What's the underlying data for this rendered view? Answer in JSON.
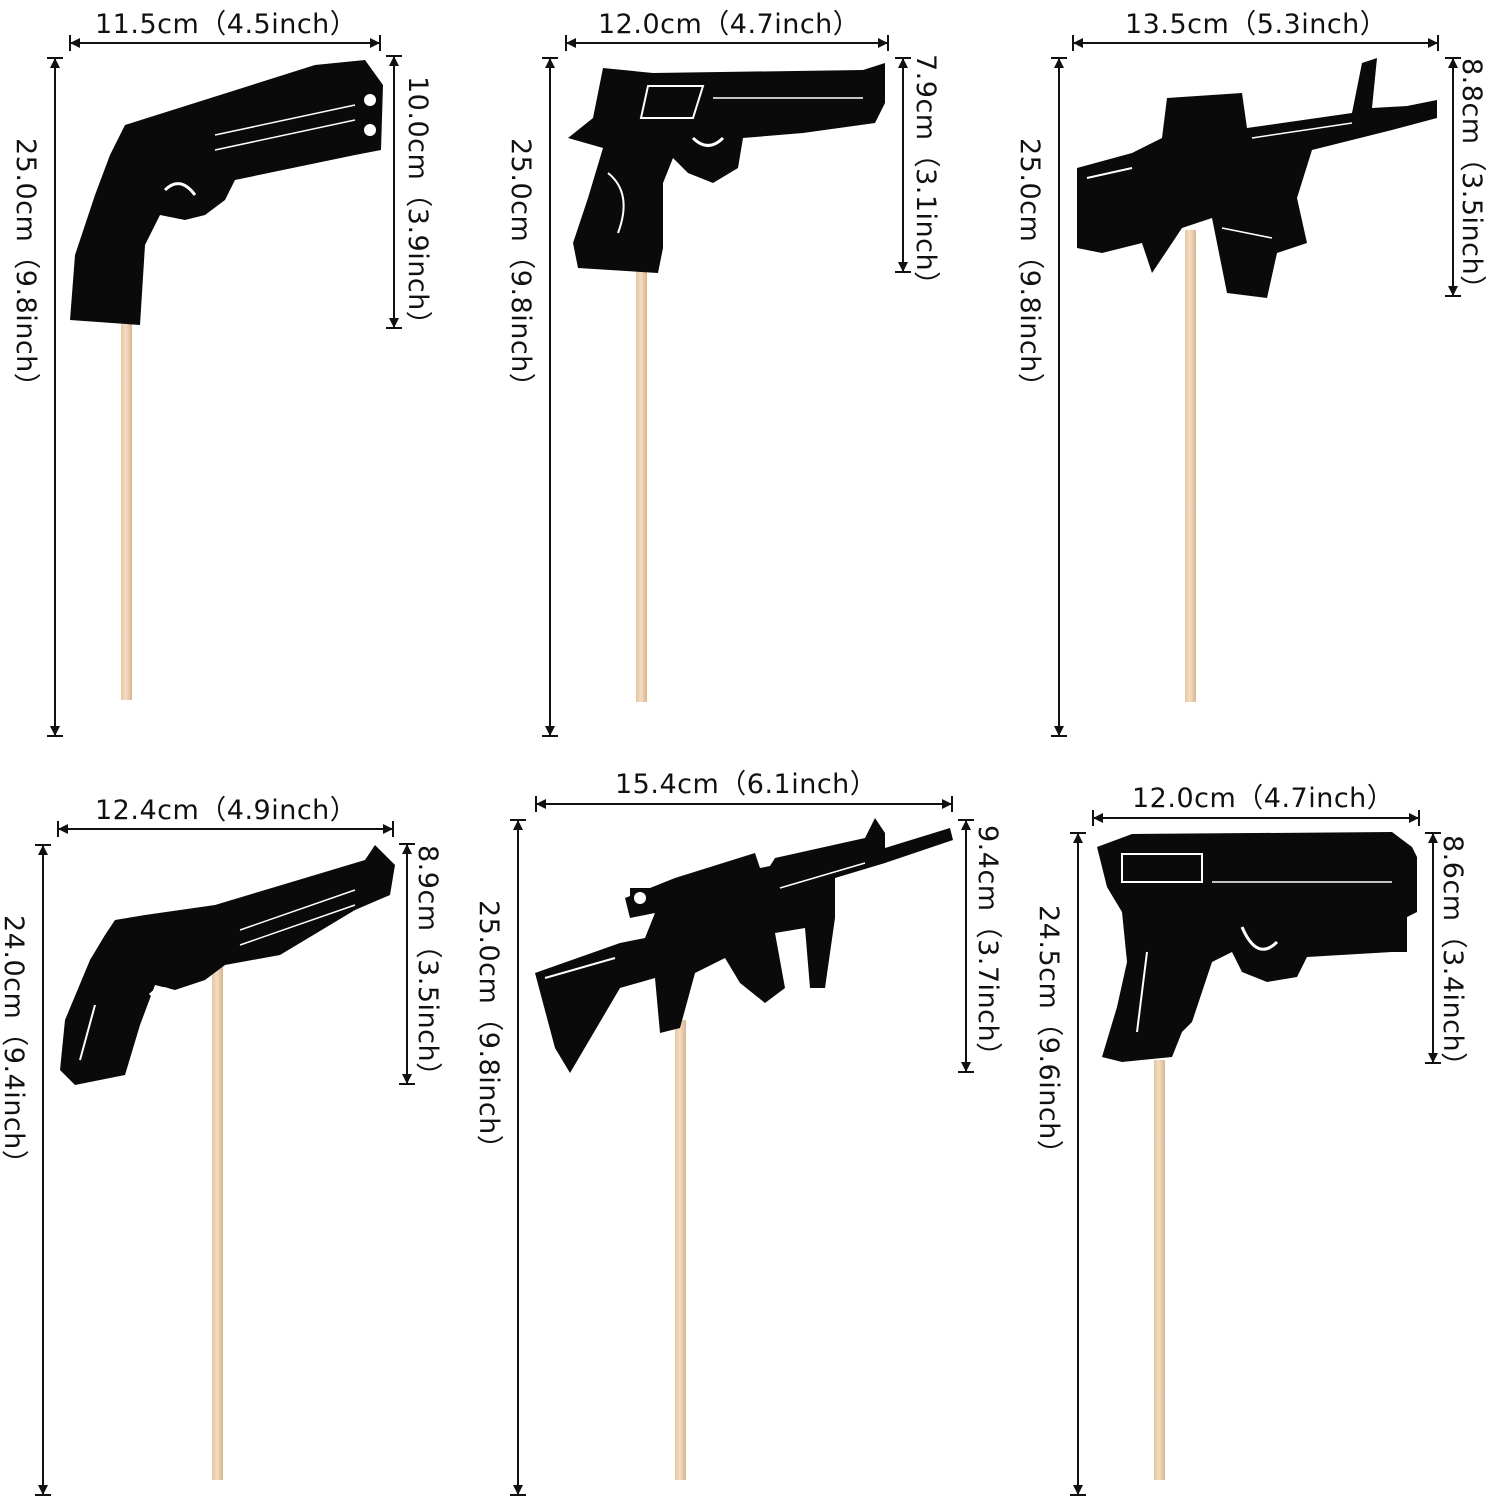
{
  "toppers": [
    {
      "name": "revolver-1",
      "width_label": "11.5cm（4.5inch）",
      "height_label": "10.0cm（3.9inch）",
      "total_label": "25.0cm（9.8inch）",
      "icon": "revolver-icon"
    },
    {
      "name": "desert-eagle",
      "width_label": "12.0cm（4.7inch）",
      "height_label": "7.9cm（3.1inch）",
      "total_label": "25.0cm（9.8inch）",
      "icon": "pistol-icon"
    },
    {
      "name": "assault-rifle-1",
      "width_label": "13.5cm（5.3inch）",
      "height_label": "8.8cm（3.5inch）",
      "total_label": "25.0cm（9.8inch）",
      "icon": "rifle-icon"
    },
    {
      "name": "revolver-2",
      "width_label": "12.4cm（4.9inch）",
      "height_label": "8.9cm（3.5inch）",
      "total_label": "24.0cm（9.4inch）",
      "icon": "revolver-icon"
    },
    {
      "name": "sniper-rifle",
      "width_label": "15.4cm（6.1inch）",
      "height_label": "9.4cm（3.7inch）",
      "total_label": "25.0cm（9.8inch）",
      "icon": "scoped-rifle-icon"
    },
    {
      "name": "pistol",
      "width_label": "12.0cm（4.7inch）",
      "height_label": "8.6cm（3.4inch）",
      "total_label": "24.5cm（9.6inch）",
      "icon": "pistol-icon"
    }
  ],
  "colors": {
    "glitter": "#0a0a0a",
    "stick": "#ecd0b2",
    "line": "#111111"
  }
}
